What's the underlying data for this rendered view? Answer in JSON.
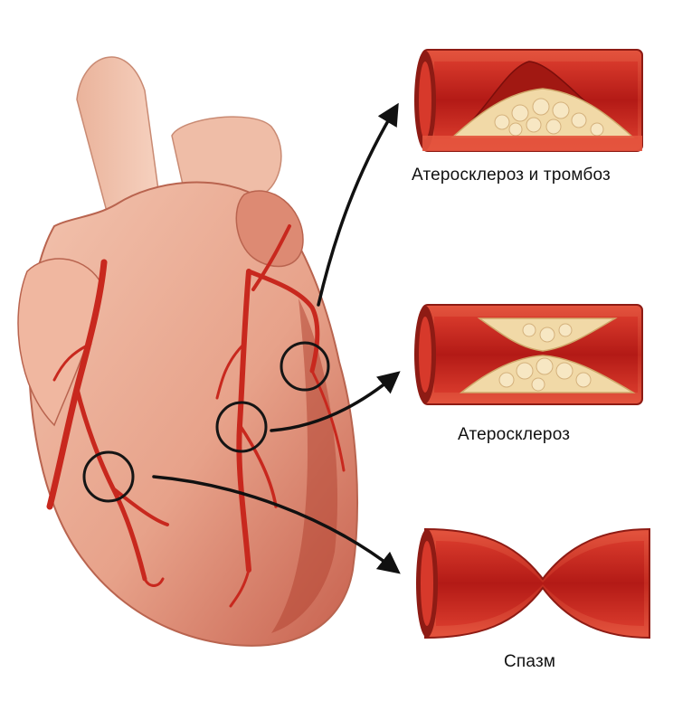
{
  "captions": {
    "thrombosis": "Атеросклероз и тромбоз",
    "atherosclerosis": "Атеросклероз",
    "spasm": "Спазм"
  },
  "colors": {
    "heart_tissue": "#e9a58e",
    "artery": "#c8281e",
    "vessel_wall": "#d43a2a",
    "vessel_lumen": "#b71c1c",
    "plaque": "#f1d9a7",
    "clot": "#9c1410",
    "arrow": "#111111"
  },
  "icons": {
    "heart": "heart-illustration",
    "vessel_1": "vessel-thrombosis-icon",
    "vessel_2": "vessel-atherosclerosis-icon",
    "vessel_3": "vessel-spasm-icon"
  }
}
